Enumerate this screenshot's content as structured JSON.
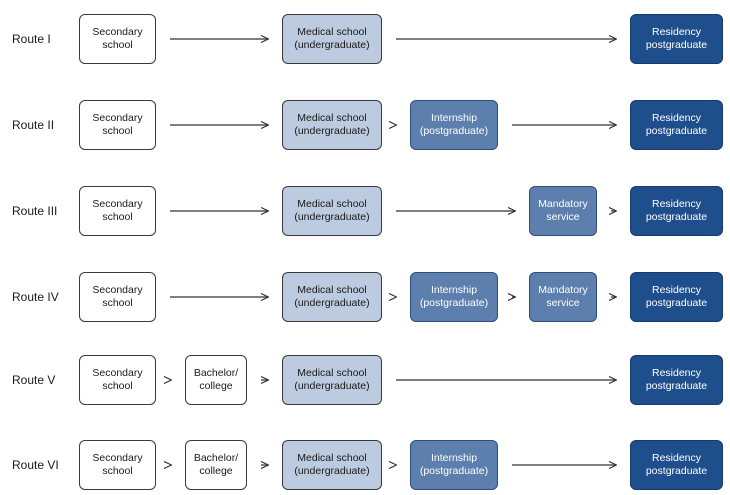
{
  "colors": {
    "white_box": "#ffffff",
    "medical_box": "#bccbe0",
    "mid_box": "#5d7fae",
    "residency_box": "#1f4e8c",
    "arrow": "#333333"
  },
  "routes": [
    {
      "label": "Route I",
      "boxes": [
        {
          "kind": "secondary",
          "lines": [
            "Secondary",
            "school"
          ]
        },
        {
          "kind": "medical",
          "lines": [
            "Medical school",
            "(undergraduate)"
          ]
        },
        {
          "kind": "residency",
          "lines": [
            "Residency",
            "postgraduate"
          ]
        }
      ]
    },
    {
      "label": "Route II",
      "boxes": [
        {
          "kind": "secondary",
          "lines": [
            "Secondary",
            "school"
          ]
        },
        {
          "kind": "medical",
          "lines": [
            "Medical school",
            "(undergraduate)"
          ]
        },
        {
          "kind": "internship",
          "lines": [
            "Internship",
            "(postgraduate)"
          ]
        },
        {
          "kind": "residency",
          "lines": [
            "Residency",
            "postgraduate"
          ]
        }
      ]
    },
    {
      "label": "Route III",
      "boxes": [
        {
          "kind": "secondary",
          "lines": [
            "Secondary",
            "school"
          ]
        },
        {
          "kind": "medical",
          "lines": [
            "Medical school",
            "(undergraduate)"
          ]
        },
        {
          "kind": "mandatory",
          "lines": [
            "Mandatory",
            "service"
          ]
        },
        {
          "kind": "residency",
          "lines": [
            "Residency",
            "postgraduate"
          ]
        }
      ]
    },
    {
      "label": "Route IV",
      "boxes": [
        {
          "kind": "secondary",
          "lines": [
            "Secondary",
            "school"
          ]
        },
        {
          "kind": "medical",
          "lines": [
            "Medical school",
            "(undergraduate)"
          ]
        },
        {
          "kind": "internship",
          "lines": [
            "Internship",
            "(postgraduate)"
          ]
        },
        {
          "kind": "mandatory",
          "lines": [
            "Mandatory",
            "service"
          ]
        },
        {
          "kind": "residency",
          "lines": [
            "Residency",
            "postgraduate"
          ]
        }
      ]
    },
    {
      "label": "Route V",
      "boxes": [
        {
          "kind": "secondary",
          "lines": [
            "Secondary",
            "school"
          ]
        },
        {
          "kind": "bachelor",
          "lines": [
            "Bachelor/",
            "college"
          ]
        },
        {
          "kind": "medical",
          "lines": [
            "Medical school",
            "(undergraduate)"
          ]
        },
        {
          "kind": "residency",
          "lines": [
            "Residency",
            "postgraduate"
          ]
        }
      ]
    },
    {
      "label": "Route VI",
      "boxes": [
        {
          "kind": "secondary",
          "lines": [
            "Secondary",
            "school"
          ]
        },
        {
          "kind": "bachelor",
          "lines": [
            "Bachelor/",
            "college"
          ]
        },
        {
          "kind": "medical",
          "lines": [
            "Medical school",
            "(undergraduate)"
          ]
        },
        {
          "kind": "internship",
          "lines": [
            "Internship",
            "(postgraduate)"
          ]
        },
        {
          "kind": "residency",
          "lines": [
            "Residency",
            "postgraduate"
          ]
        }
      ]
    }
  ]
}
